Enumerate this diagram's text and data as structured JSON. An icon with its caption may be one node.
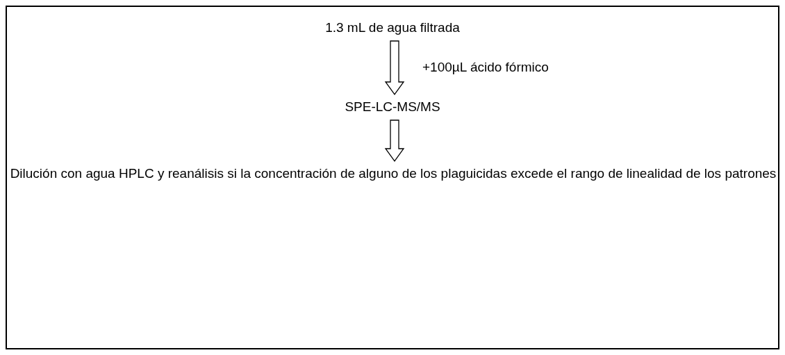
{
  "diagram": {
    "nodes": [
      {
        "text": [
          "1.3 mL de agua filtrada"
        ]
      },
      {
        "text": [
          "SPE-LC-MS/MS"
        ]
      },
      {
        "text": [
          "Dilución con agua HPLC y reanálisis si la concentración de alguno de los plaguicidas excede el rango de linealidad de los patrones"
        ]
      }
    ],
    "edges": [
      {
        "from": 0,
        "to": 1,
        "arrow": "to",
        "label": "+100µL ácido fórmico"
      },
      {
        "from": 1,
        "to": 2,
        "arrow": "to"
      }
    ]
  }
}
